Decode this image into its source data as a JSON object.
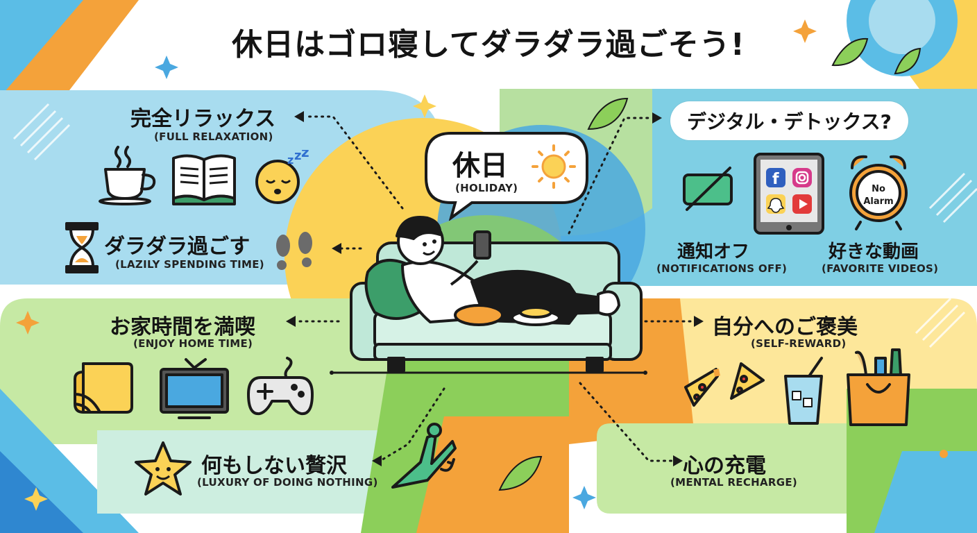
{
  "title": "休日はゴロ寝してダラダラ過ごそう!",
  "center": {
    "label_jp": "休日",
    "label_en": "(HOLIDAY)"
  },
  "left": [
    {
      "jp": "完全リラックス",
      "en": "(FULL RELAXATION)"
    },
    {
      "jp": "ダラダラ過ごす",
      "en": "(LAZILY SPENDING TIME)"
    },
    {
      "jp": "お家時間を満喫",
      "en": "(ENJOY HOME TIME)"
    },
    {
      "jp": "何もしない贅沢",
      "en": "(LUXURY OF DOING NOTHING)"
    }
  ],
  "right": {
    "detox": "デジタル・デトックス?",
    "notifications": {
      "jp": "通知オフ",
      "en": "(NOTIFICATIONS OFF)"
    },
    "videos": {
      "jp": "好きな動画",
      "en": "(FAVORITE VIDEOS)"
    },
    "alarm_text": [
      "No",
      "Alarm"
    ],
    "reward": {
      "jp": "自分へのご褒美",
      "en": "(SELF-REWARD)"
    },
    "recharge": {
      "jp": "心の充電",
      "en": "(MENTAL RECHARGE)"
    }
  },
  "colors": {
    "blue": "#5bbde6",
    "lightblue": "#a8dcef",
    "green": "#8ccf5a",
    "lightgreen": "#c6e9a4",
    "orange": "#f4a23a",
    "yellow": "#fbd256",
    "mint": "#bfe8d8",
    "dark": "#1a1a1a"
  }
}
